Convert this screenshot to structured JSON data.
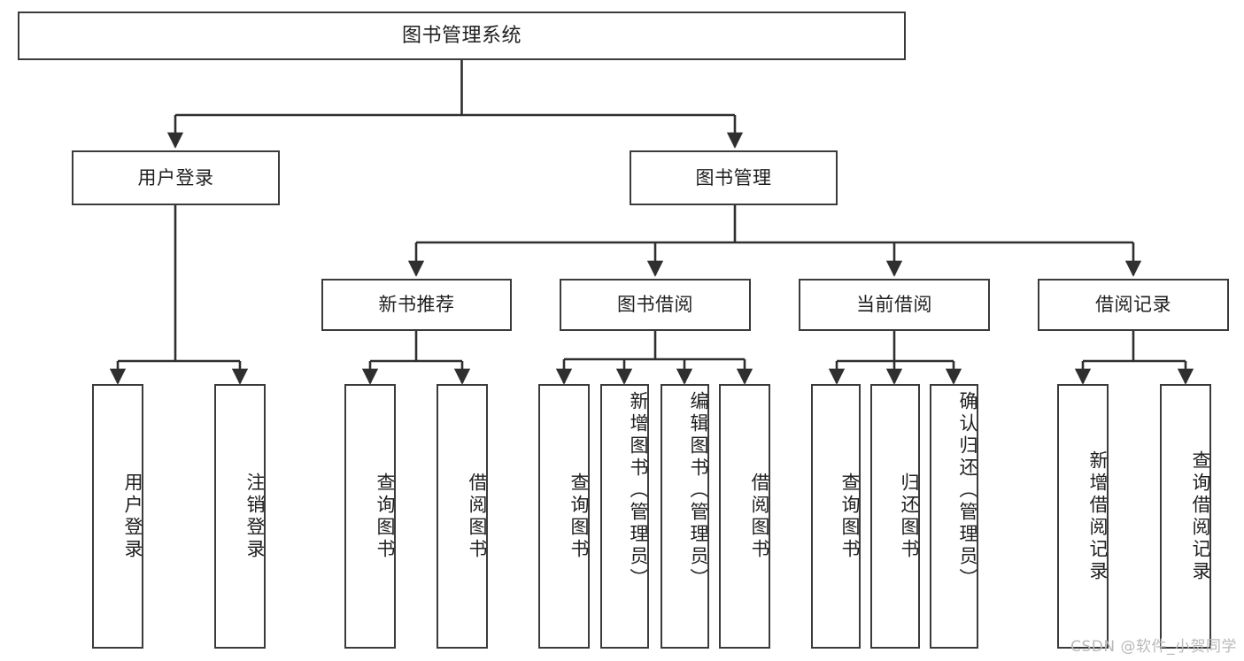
{
  "diagram": {
    "type": "tree",
    "title": "图书管理系统",
    "watermark": "CSDN @软件_小贺同学",
    "colors": {
      "box_border": "#3b3b3b",
      "box_fill": "#ffffff",
      "link": "#2f2f2f",
      "text": "#1f1f1f",
      "watermark": "#b9b9b9"
    },
    "levels": {
      "root": "图书管理系统",
      "level2": [
        "用户登录",
        "图书管理"
      ],
      "level3": [
        "新书推荐",
        "图书借阅",
        "当前借阅",
        "借阅记录"
      ]
    },
    "nodes": {
      "root": {
        "label": "图书管理系统"
      },
      "user_login": {
        "label": "用户登录"
      },
      "book_manage": {
        "label": "图书管理"
      },
      "new_book_rec": {
        "label": "新书推荐"
      },
      "book_borrow": {
        "label": "图书借阅"
      },
      "current_borrow": {
        "label": "当前借阅"
      },
      "borrow_record": {
        "label": "借阅记录"
      }
    },
    "leaves": {
      "user_login": [
        {
          "label": "用户登录"
        },
        {
          "label": "注销登录"
        }
      ],
      "new_book_rec": [
        {
          "label": "查询图书"
        },
        {
          "label": "借阅图书"
        }
      ],
      "book_borrow": [
        {
          "label": "查询图书"
        },
        {
          "label": "新增图书（管理员）"
        },
        {
          "label": "编辑图书（管理员）"
        },
        {
          "label": "借阅图书"
        }
      ],
      "current_borrow": [
        {
          "label": "查询图书"
        },
        {
          "label": "归还图书"
        },
        {
          "label": "确认归还（管理员）"
        }
      ],
      "borrow_record": [
        {
          "label": "新增借阅记录"
        },
        {
          "label": "查询借阅记录"
        }
      ]
    }
  }
}
